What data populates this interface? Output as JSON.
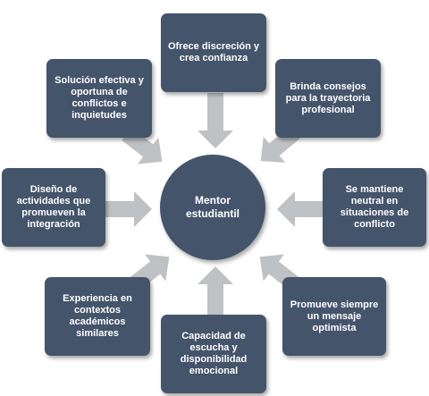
{
  "diagram": {
    "center": "Mentor estudiantil",
    "nodes": [
      "Ofrece discreción y crea confianza",
      "Brinda consejos para la trayectoria profesional",
      "Se mantiene neutral en situaciones de conflicto",
      "Promueve siempre un mensaje optimista",
      "Capacidad de escucha y disponibilidad emocional",
      "Experiencia en contextos académicos similares",
      "Diseño de actividades que promueven la integración",
      "Solución efectiva y oportuna de conflictos e inquietudes"
    ],
    "colors": {
      "node_fill": "#44546a",
      "node_text": "#ffffff",
      "arrow_fill": "#bfc2c5"
    }
  }
}
